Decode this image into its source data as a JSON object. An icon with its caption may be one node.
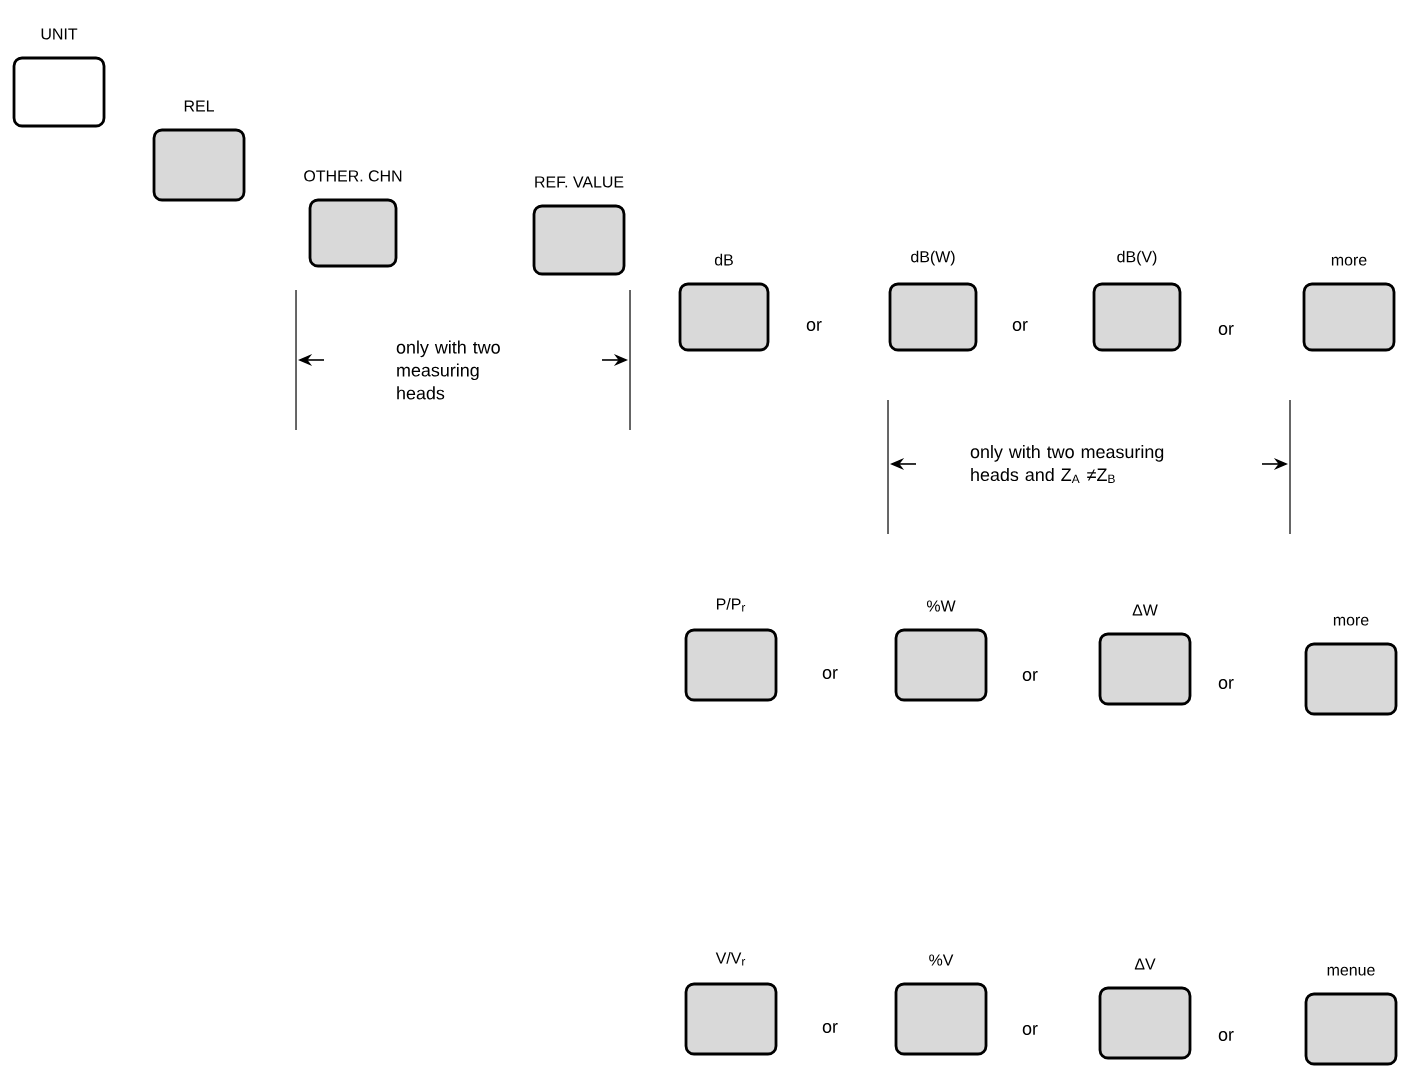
{
  "diagram": {
    "nodes": [
      {
        "text": [
          "UNIT"
        ]
      },
      {
        "text": [
          "REL"
        ]
      },
      {
        "text": [
          "OTHER. CHN"
        ]
      },
      {
        "text": [
          "REF. VALUE"
        ]
      },
      {
        "text": [
          "dB"
        ]
      },
      {
        "text": [
          "dB(W)"
        ]
      },
      {
        "text": [
          "dB(V)"
        ]
      },
      {
        "text": [
          "more"
        ]
      },
      {
        "text": [
          "P/P$_{r}$"
        ]
      },
      {
        "text": [
          "%W"
        ]
      },
      {
        "text": [
          "ΔW"
        ]
      },
      {
        "text": [
          "more"
        ]
      },
      {
        "text": [
          "V/V$_{r}$"
        ]
      },
      {
        "text": [
          "%V"
        ]
      },
      {
        "text": [
          "ΔV"
        ]
      },
      {
        "text": [
          "menue"
        ]
      }
    ],
    "labels": [
      "or",
      "or",
      "or",
      "only with two measuring heads",
      "only with two measuring heads and Z$_{A}$ ≠Z$_{B}$",
      "or",
      "or",
      "or",
      "or",
      "or",
      "or"
    ]
  }
}
